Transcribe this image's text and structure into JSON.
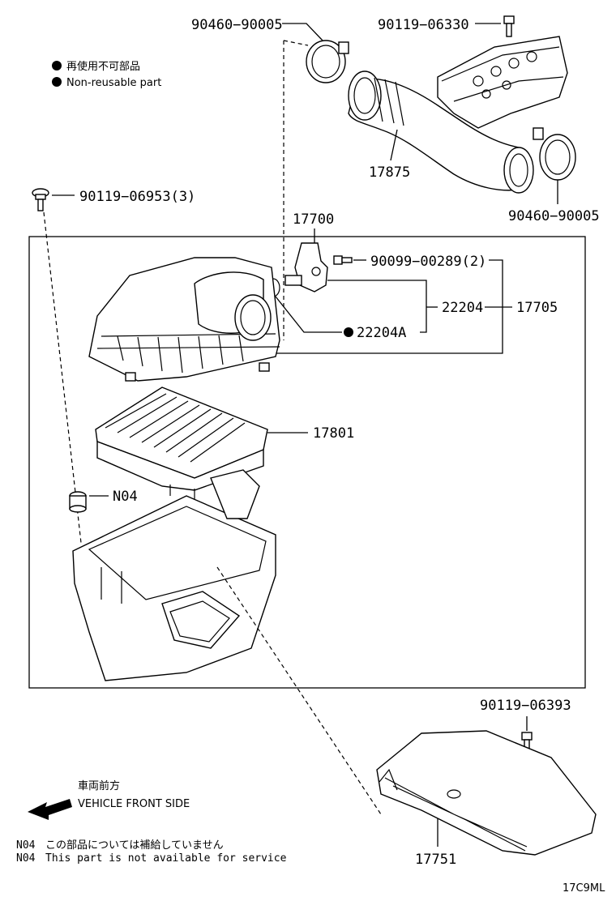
{
  "legend": {
    "jp": "再使用不可部品",
    "en": "Non-reusable part"
  },
  "parts": {
    "p90460_top": "90460−90005",
    "p90119_06330": "90119−06330",
    "p17875": "17875",
    "p90460_right": "90460−90005",
    "p90119_06953": "90119−06953(3)",
    "p17700": "17700",
    "p90099": "90099−00289(2)",
    "p22204": "22204",
    "p17705": "17705",
    "p22204A": "22204A",
    "p17801": "17801",
    "pN04": "N04",
    "p90119_06393": "90119−06393",
    "p17751": "17751"
  },
  "direction": {
    "jp": "車両前方",
    "en": "VEHICLE FRONT SIDE"
  },
  "footnote": {
    "code1": "N04",
    "jp": "この部品については補給していません",
    "code2": "N04",
    "en": "This part is not available for service"
  },
  "diagram_id": "17C9ML"
}
